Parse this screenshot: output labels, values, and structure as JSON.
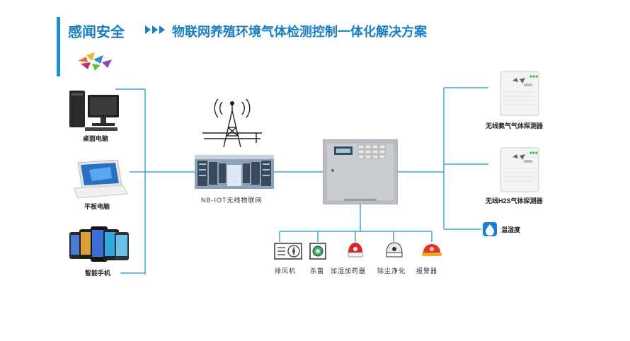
{
  "header": {
    "brand": "感闻安全",
    "title": "物联网养殖环境气体检测控制一体化解决方案"
  },
  "colors": {
    "accent": "#1a8fd0",
    "lines": "#3aa7d9",
    "title": "#1a7fc2"
  },
  "clients": [
    {
      "label": "桌面电脑",
      "icon": "desktop-computer-icon"
    },
    {
      "label": "平板电脑",
      "icon": "laptop-icon"
    },
    {
      "label": "智能手机",
      "icon": "smartphones-icon"
    }
  ],
  "network": {
    "label": "NB-IOT无线物联网",
    "icon": "antenna-tower-icon"
  },
  "sensors": [
    {
      "label": "无线氨气气体探测器",
      "icon": "gas-detector-icon"
    },
    {
      "label": "无线H2S气体探测器",
      "icon": "gas-detector-icon"
    },
    {
      "label": "温湿度",
      "icon": "water-drop-icon"
    }
  ],
  "actuators": [
    {
      "label": "排风机",
      "icon": "exhaust-fan-icon"
    },
    {
      "label": "杀菌",
      "icon": "sterilizer-icon"
    },
    {
      "label": "加湿加药器",
      "icon": "humidifier-icon"
    },
    {
      "label": "除尘净化",
      "icon": "purifier-icon"
    },
    {
      "label": "报警器",
      "icon": "alarm-icon"
    }
  ]
}
